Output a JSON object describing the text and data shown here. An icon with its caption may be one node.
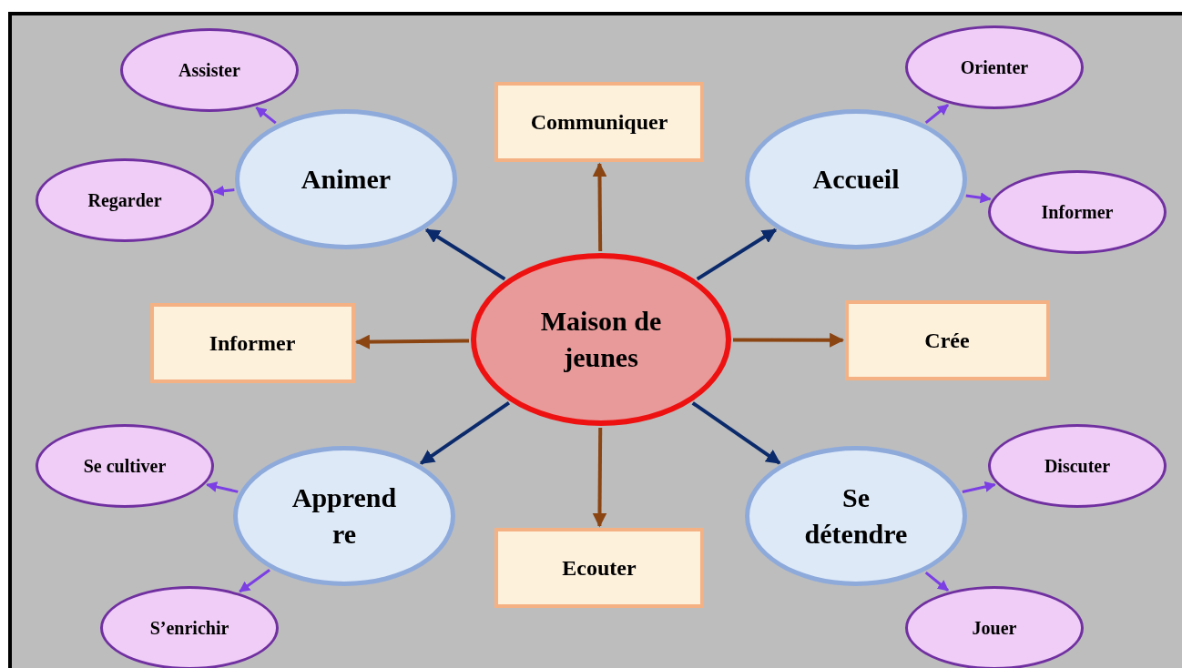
{
  "diagram": {
    "nodes": [
      {
        "text": [
          "Maison de jeunes"
        ]
      },
      {
        "text": [
          "Animer"
        ]
      },
      {
        "text": [
          "Assister"
        ]
      },
      {
        "text": [
          "Regarder"
        ]
      },
      {
        "text": [
          "Communiquer"
        ]
      },
      {
        "text": [
          "Accueil"
        ]
      },
      {
        "text": [
          "Orienter"
        ]
      },
      {
        "text": [
          "Informer"
        ]
      },
      {
        "text": [
          "Informer"
        ]
      },
      {
        "text": [
          "Crée"
        ]
      },
      {
        "text": [
          "Apprend re"
        ]
      },
      {
        "text": [
          "Se cultiver"
        ]
      },
      {
        "text": [
          "S’enrichir"
        ]
      },
      {
        "text": [
          "Ecouter"
        ]
      },
      {
        "text": [
          "Se détendre"
        ]
      },
      {
        "text": [
          "Discuter"
        ]
      },
      {
        "text": [
          "Jouer"
        ]
      }
    ],
    "edges": [
      {
        "from": 0,
        "to": 1,
        "arrow": "to",
        "color": "#0b2a6b"
      },
      {
        "from": 0,
        "to": 4,
        "arrow": "to",
        "color": "#8b4513"
      },
      {
        "from": 0,
        "to": 5,
        "arrow": "to",
        "color": "#0b2a6b"
      },
      {
        "from": 0,
        "to": 8,
        "arrow": "to",
        "color": "#8b4513"
      },
      {
        "from": 0,
        "to": 9,
        "arrow": "to",
        "color": "#8b4513"
      },
      {
        "from": 0,
        "to": 10,
        "arrow": "to",
        "color": "#0b2a6b"
      },
      {
        "from": 0,
        "to": 13,
        "arrow": "to",
        "color": "#8b4513"
      },
      {
        "from": 0,
        "to": 14,
        "arrow": "to",
        "color": "#0b2a6b"
      },
      {
        "from": 1,
        "to": 2,
        "arrow": "to"
      },
      {
        "from": 1,
        "to": 3,
        "arrow": "to"
      },
      {
        "from": 5,
        "to": 6,
        "arrow": "to"
      },
      {
        "from": 5,
        "to": 7,
        "arrow": "to"
      },
      {
        "from": 10,
        "to": 11,
        "arrow": "to"
      },
      {
        "from": 10,
        "to": 12,
        "arrow": "to"
      },
      {
        "from": 14,
        "to": 15,
        "arrow": "to"
      },
      {
        "from": 14,
        "to": 16,
        "arrow": "to"
      }
    ]
  }
}
